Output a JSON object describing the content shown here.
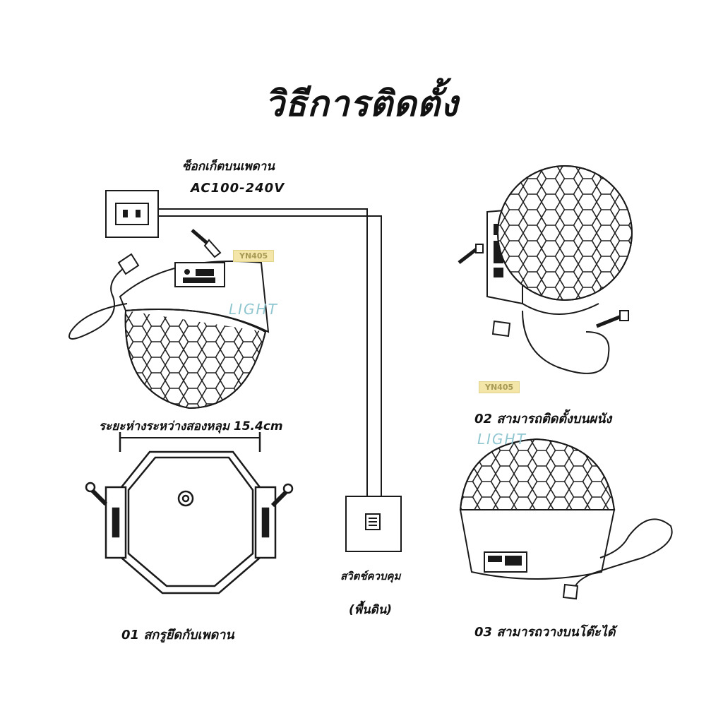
{
  "title": "วิธีการติดตั้ง",
  "socket": {
    "label": "ซ็อกเก็ตบนเพดาน",
    "voltage": "AC100-240V"
  },
  "hole_distance": "ระยะห่างระหว่างสองหลุม 15.4cm",
  "switch": {
    "label": "สวิตช์ควบคุม",
    "sublabel": "(พื้นดิน)"
  },
  "steps": [
    {
      "label": "01 สกรูยึดกับเพดาน"
    },
    {
      "label": "02 สามารถติดตั้งบนผนัง"
    },
    {
      "label": "03 สามารถวางบนโต๊ะได้"
    }
  ],
  "watermark": {
    "badge": "YN405",
    "light": "LIGHT"
  },
  "colors": {
    "line": "#1a1a1a",
    "watermark_badge": "#f3e6a8",
    "watermark_text": "#8fc6cf"
  }
}
